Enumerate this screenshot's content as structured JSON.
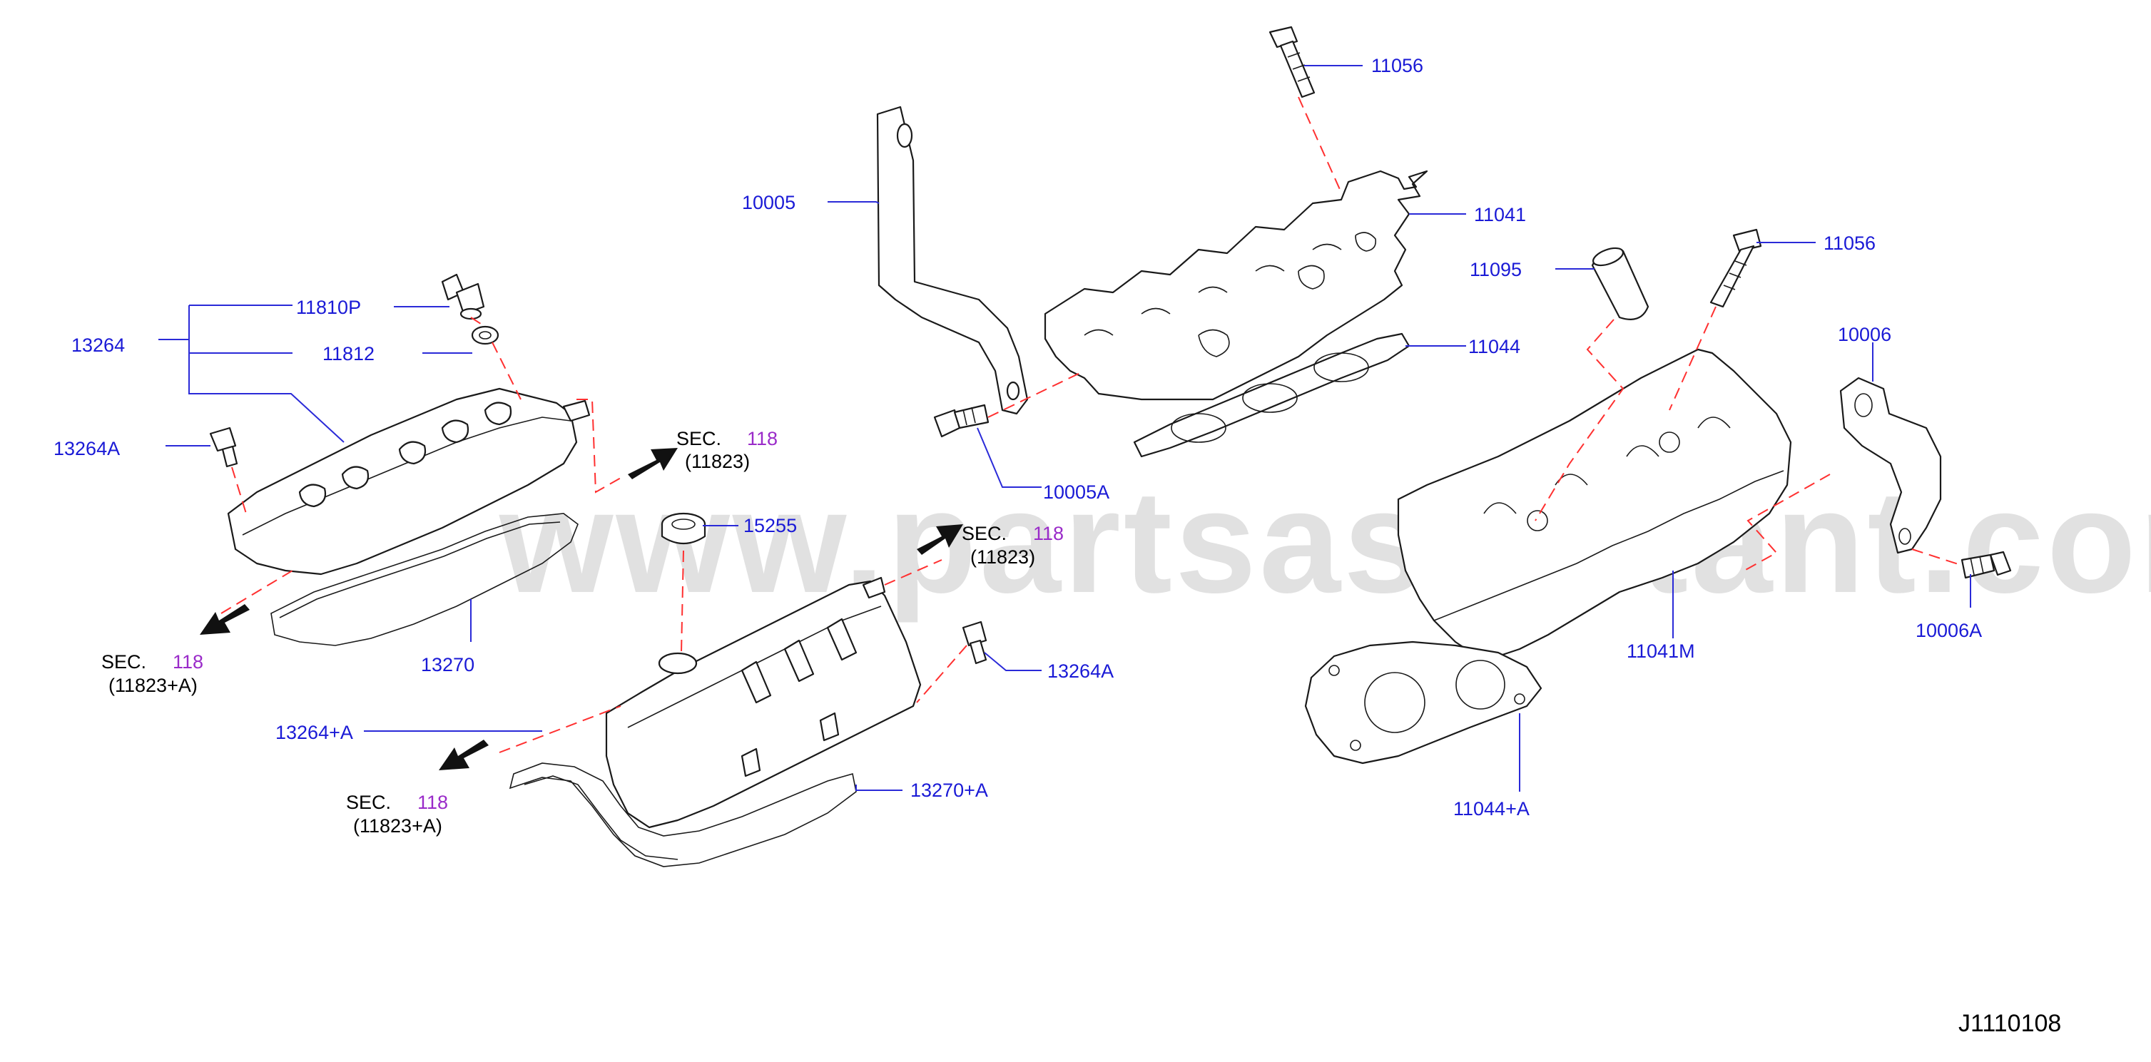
{
  "watermark": "www.partsassistant.com",
  "diagram_code": "J1110108",
  "colors": {
    "label": "#1a1ad6",
    "dashed_line": "#ff3030",
    "section_number": "#9a2bc9",
    "watermark": "#c9c9c9"
  },
  "labels": {
    "l11056a": "11056",
    "l10005": "10005",
    "l11041": "11041",
    "l11095": "11095",
    "l11056b": "11056",
    "l11044": "11044",
    "l10006": "10006",
    "l11810p": "11810P",
    "l13264": "13264",
    "l11812": "11812",
    "l13264a_1": "13264A",
    "l10005a": "10005A",
    "l15255": "15255",
    "l11041m": "11041M",
    "l10006a": "10006A",
    "l13270": "13270",
    "l13264a_2": "13264A",
    "l13264pa": "13264+A",
    "l13270pa": "13270+A",
    "l11044pa": "11044+A"
  },
  "sections": [
    {
      "sec": "SEC.",
      "num": "118",
      "ref": "(11823)"
    },
    {
      "sec": "SEC.",
      "num": "118",
      "ref": "(11823)"
    },
    {
      "sec": "SEC.",
      "num": "118",
      "ref": "(11823+A)"
    },
    {
      "sec": "SEC.",
      "num": "118",
      "ref": "(11823+A)"
    }
  ]
}
